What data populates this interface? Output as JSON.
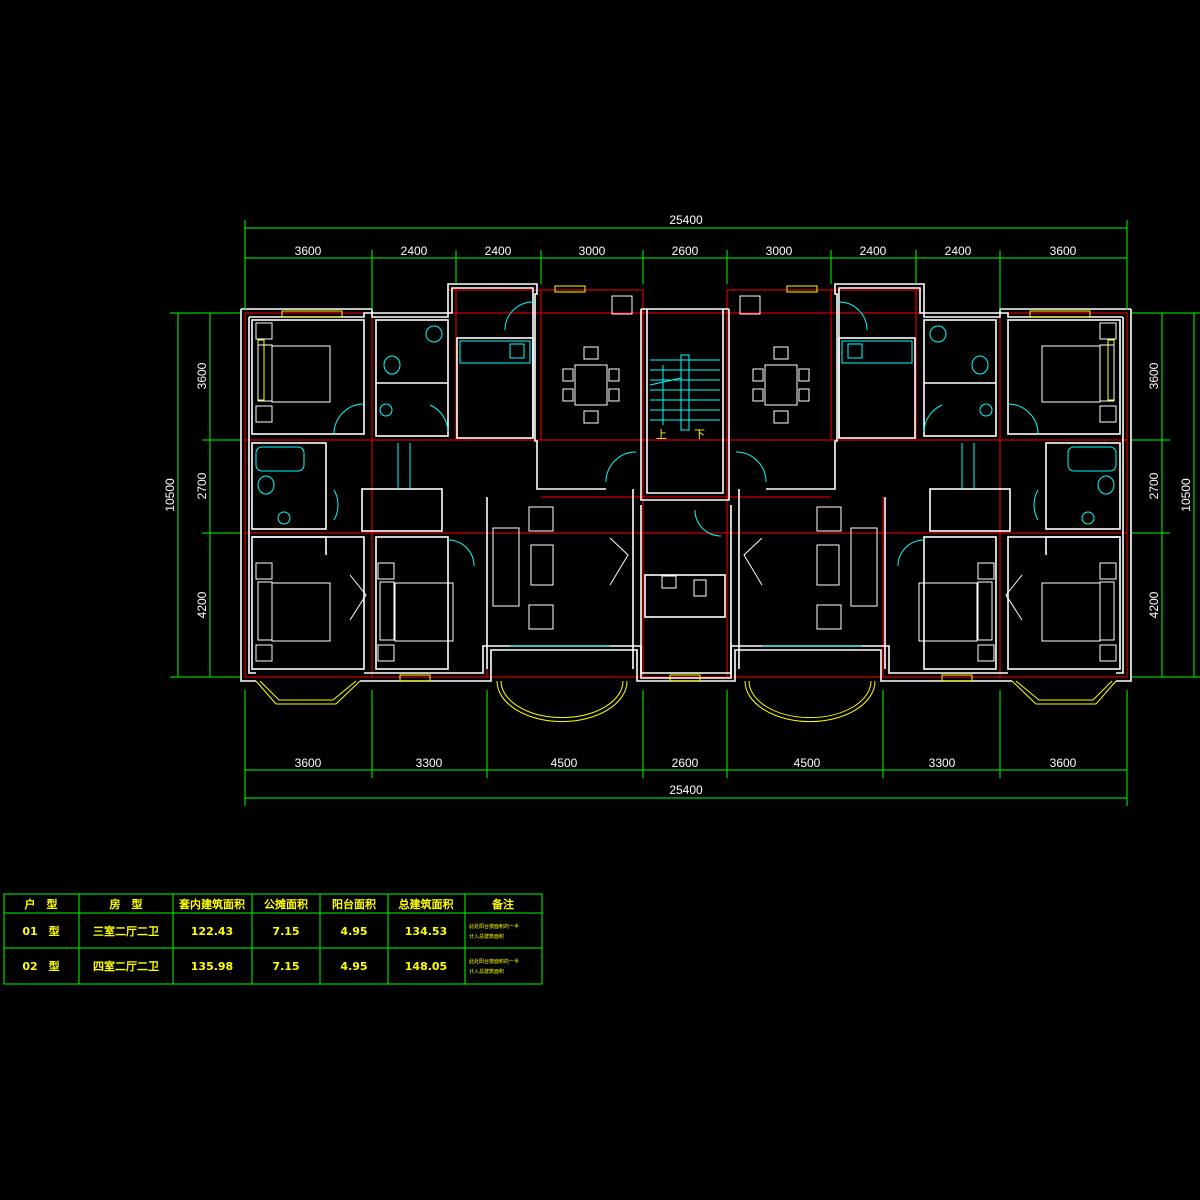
{
  "colors": {
    "background": "#000000",
    "wall": "#ffffff",
    "axis": "#ff0000",
    "dimension": "#00ff00",
    "fixture": "#00ffff",
    "window": "#ffff00",
    "table_text": "#ffff00",
    "table_grid": "#00ff00"
  },
  "dimensions": {
    "top_total": "25400",
    "top_segments": [
      "3600",
      "2400",
      "2400",
      "3000",
      "2600",
      "3000",
      "2400",
      "2400",
      "3600"
    ],
    "bottom_segments": [
      "3600",
      "3300",
      "4500",
      "2600",
      "4500",
      "3300",
      "3600"
    ],
    "bottom_total": "25400",
    "left_total": "10500",
    "left_segments": [
      "3600",
      "2700",
      "4200"
    ],
    "right_total": "10500",
    "right_segments": [
      "3600",
      "2700",
      "4200"
    ]
  },
  "stair": {
    "up": "上",
    "down": "下"
  },
  "area_table": {
    "headers": [
      "户　型",
      "房　型",
      "套内建筑面积",
      "公摊面积",
      "阳台面积",
      "总建筑面积",
      "备注"
    ],
    "rows": [
      {
        "unit": "01　型",
        "layout": "三室二厅二卫",
        "interior": "122.43",
        "shared": "7.15",
        "balcony": "4.95",
        "total": "134.53",
        "note_line1": "此处阳台按面积的一半",
        "note_line2": "计入总建筑面积"
      },
      {
        "unit": "02　型",
        "layout": "四室二厅二卫",
        "interior": "135.98",
        "shared": "7.15",
        "balcony": "4.95",
        "total": "148.05",
        "note_line1": "此处阳台按面积的一半",
        "note_line2": "计入总建筑面积"
      }
    ]
  }
}
